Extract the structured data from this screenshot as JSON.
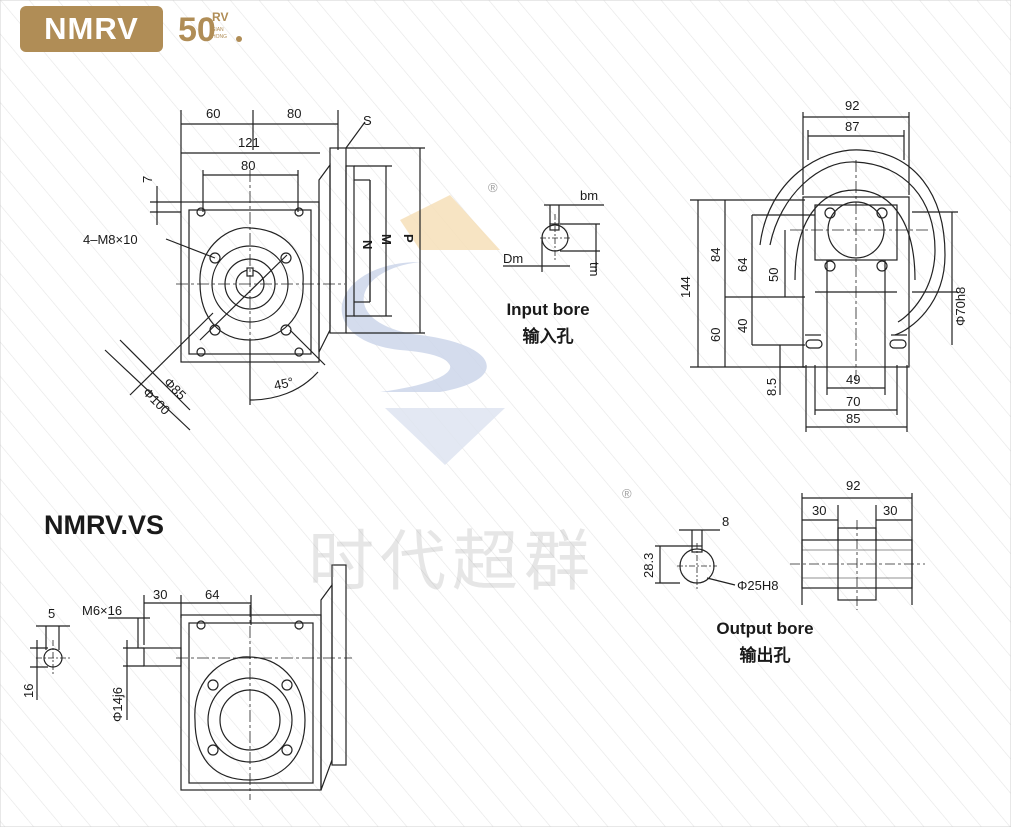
{
  "header": {
    "brand_badge": "NMRV",
    "series_number": "50",
    "series_suffix": "RV",
    "series_sub1": "SIAN",
    "series_sub2": "HONG"
  },
  "watermark": {
    "text": "时代超群",
    "registered": "®"
  },
  "colors": {
    "brand_gold": "#b08d56",
    "line": "#222222",
    "watermark": "#c8c8c8"
  },
  "front_view": {
    "dims": {
      "top_left_60": "60",
      "top_right_80": "80",
      "overall_121": "121",
      "inner_80": "80",
      "flange_s": "S",
      "n": "N",
      "m": "M",
      "p": "P",
      "side_7": "7",
      "thread": "4–M8×10",
      "phi85": "Φ85",
      "phi100": "Φ100",
      "angle": "45°"
    }
  },
  "input_bore": {
    "label_en": "Input bore",
    "label_cn": "输入孔",
    "bm": "bm",
    "dm": "Dm",
    "tm": "tm"
  },
  "side_view": {
    "dims": {
      "w92": "92",
      "w87": "87",
      "h144": "144",
      "h84": "84",
      "h64": "64",
      "h50": "50",
      "h60": "60",
      "h40": "40",
      "h85b": "8.5",
      "phi70h8": "Φ70h8",
      "b49": "49",
      "b70": "70",
      "b85": "85"
    }
  },
  "nmrv_vs": {
    "title": "NMRV.VS",
    "dims": {
      "d5": "5",
      "thread": "M6×16",
      "d30": "30",
      "d64": "64",
      "d16": "16",
      "phi14j6": "Φ14j6"
    }
  },
  "output_bore": {
    "label_en": "Output bore",
    "label_cn": "输出孔",
    "d8": "8",
    "d283": "28.3",
    "phi25h8": "Φ25H8",
    "w92": "92",
    "w30a": "30",
    "w30b": "30"
  }
}
